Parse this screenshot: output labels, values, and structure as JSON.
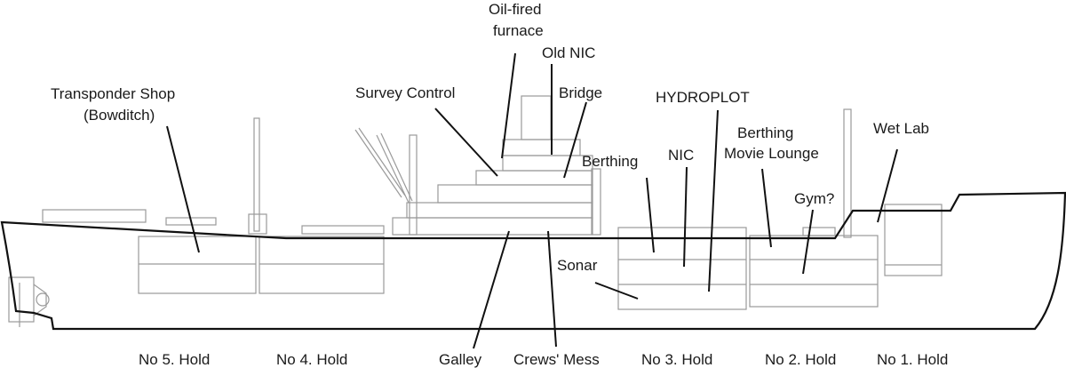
{
  "labels": {
    "oil_fired_line1": "Oil-fired",
    "oil_fired_line2": "furnace",
    "old_nic": "Old NIC",
    "survey_control": "Survey Control",
    "bridge": "Bridge",
    "hydroplot": "HYDROPLOT",
    "transponder_line1": "Transponder Shop",
    "transponder_line2": "(Bowditch)",
    "berthing_mid": "Berthing",
    "nic": "NIC",
    "berthing_fwd": "Berthing",
    "movie_lounge": "Movie Lounge",
    "wet_lab": "Wet Lab",
    "gym": "Gym?",
    "sonar": "Sonar"
  },
  "holds": {
    "no5": "No 5. Hold",
    "no4": "No 4. Hold",
    "galley": "Galley",
    "crews_mess": "Crews' Mess",
    "no3": "No 3. Hold",
    "no2": "No 2. Hold",
    "no1": "No 1. Hold"
  }
}
